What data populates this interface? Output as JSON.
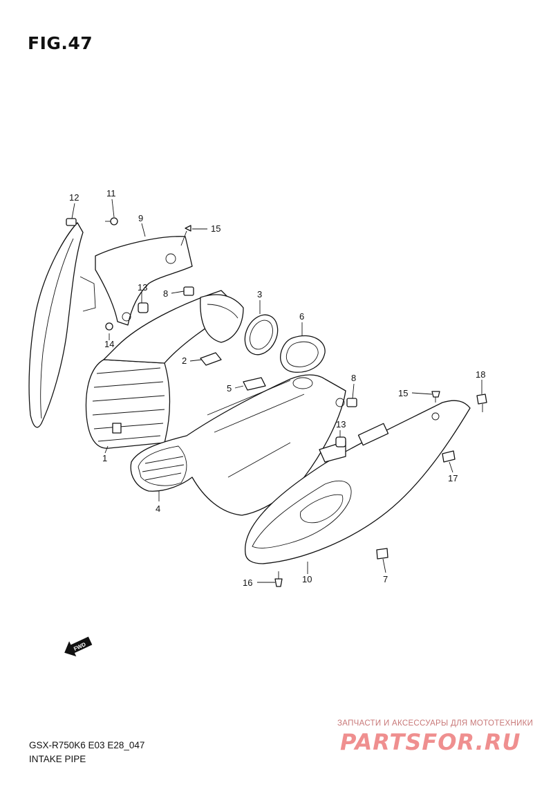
{
  "figure": {
    "title": "FIG.47"
  },
  "callouts": [
    {
      "number": "1"
    },
    {
      "number": "2"
    },
    {
      "number": "3"
    },
    {
      "number": "4"
    },
    {
      "number": "5"
    },
    {
      "number": "6"
    },
    {
      "number": "7"
    },
    {
      "number": "8"
    },
    {
      "number": "8"
    },
    {
      "number": "9"
    },
    {
      "number": "10"
    },
    {
      "number": "11"
    },
    {
      "number": "12"
    },
    {
      "number": "13"
    },
    {
      "number": "13"
    },
    {
      "number": "14"
    },
    {
      "number": "15"
    },
    {
      "number": "15"
    },
    {
      "number": "16"
    },
    {
      "number": "17"
    },
    {
      "number": "18"
    }
  ],
  "direction_badge": {
    "text": "FWD",
    "icon": "forward-arrow-icon"
  },
  "footer": {
    "model_code": "GSX-R750K6 E03 E28_047",
    "section_name": "INTAKE PIPE"
  },
  "watermark": {
    "tagline": "ЗАПЧАСТИ И АКСЕССУАРЫ ДЛЯ МОТОТЕХНИКИ",
    "logo_text": "PARTSFOR.RU"
  }
}
